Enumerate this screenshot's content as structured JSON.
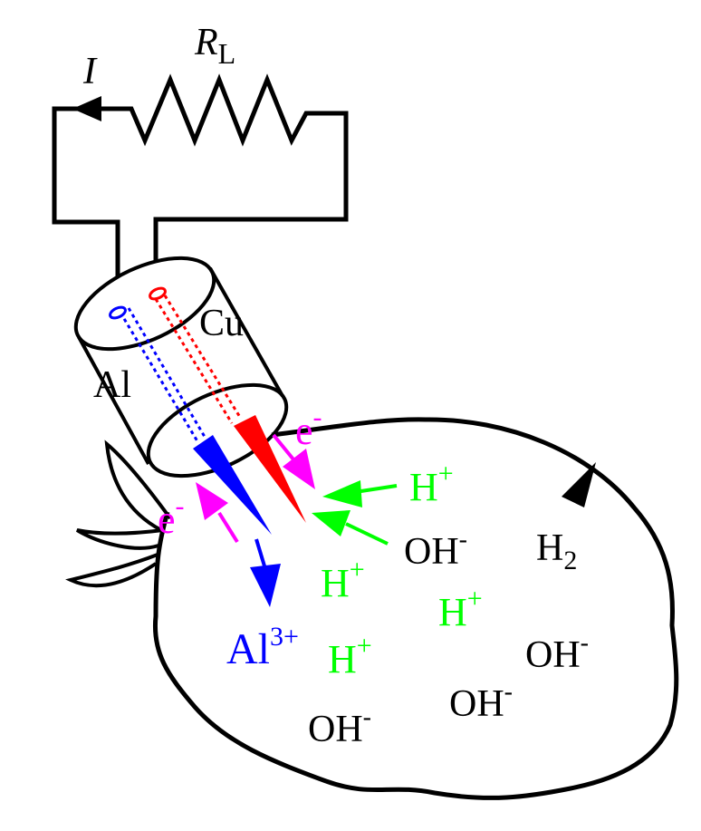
{
  "colors": {
    "aluminum": "#0000ff",
    "copper": "#ff0000",
    "electron": "#ff00ff",
    "proton": "#00ff00",
    "ink": "#000000"
  },
  "labels": {
    "current": "I",
    "resistor_main": "R",
    "resistor_sub": "L",
    "copper": "Cu",
    "aluminum": "Al",
    "electron_main": "e",
    "electron_sup": "-",
    "proton_main": "H",
    "proton_sup": "+",
    "hydroxide_main": "OH",
    "hydroxide_sup": "-",
    "hydrogen_main": "H",
    "hydrogen_sub": "2",
    "al_ion_main": "Al",
    "al_ion_sup": "3+"
  }
}
